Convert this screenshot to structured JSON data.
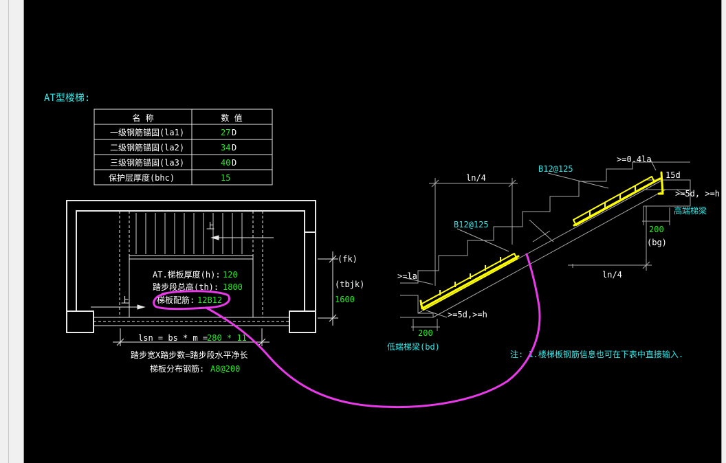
{
  "title": "AT型楼梯:",
  "table": {
    "headers": [
      "名  称",
      "数  值"
    ],
    "rows": [
      {
        "name": "一级钢筋锚固(la1)",
        "value": "27",
        "unit": "D"
      },
      {
        "name": "二级钢筋锚固(la2)",
        "value": "34",
        "unit": "D"
      },
      {
        "name": "三级钢筋锚固(la3)",
        "value": "40",
        "unit": "D"
      },
      {
        "name": "保护层厚度(bhc)",
        "value": "15",
        "unit": ""
      }
    ]
  },
  "plan": {
    "up_label_top": "上",
    "up_label_left": "上",
    "thickness_label": "AT.梯板厚度(h):",
    "thickness_value": "120",
    "height_label": "踏步段总高(th):",
    "height_value": "1800",
    "rebar_label": "梯板配筋:",
    "rebar_value": "12B12",
    "fk_label": "(fk)",
    "tbjk_label": "(tbjk)",
    "tbjk_value": "1600",
    "lsn_formula": "lsn = bs * m =",
    "lsn_value": "280 * 11",
    "lsn_caption": "踏步宽X踏步数=踏步段水平净长",
    "dist_label": "梯板分布钢筋:",
    "dist_value": "A8@200"
  },
  "section": {
    "ln4_top": "ln/4",
    "ln4_bottom": "ln/4",
    "rebar_top": "B12@125",
    "rebar_mid": "B12@125",
    "anchor_top": ">=0.4la",
    "hook_15d": "15d",
    "hook_top": ">=5d, >=h",
    "high_beam": "高端梯梁",
    "high_beam_width": "200",
    "high_beam_code": "(bg)",
    "anchor_low": ">=la",
    "hook_low": ">=5d,>=h",
    "low_beam_width": "200",
    "low_beam": "低端梯梁(bd)"
  },
  "note": "注: 1.楼梯板钢筋信息也可在下表中直接输入.",
  "colors": {
    "background": "#000000",
    "line": "#ffffff",
    "gray": "#a8a8a8",
    "value": "#22ee22",
    "cyan": "#33e6e6",
    "rebar": "#ffff00",
    "annotation": "#e83ae8"
  }
}
